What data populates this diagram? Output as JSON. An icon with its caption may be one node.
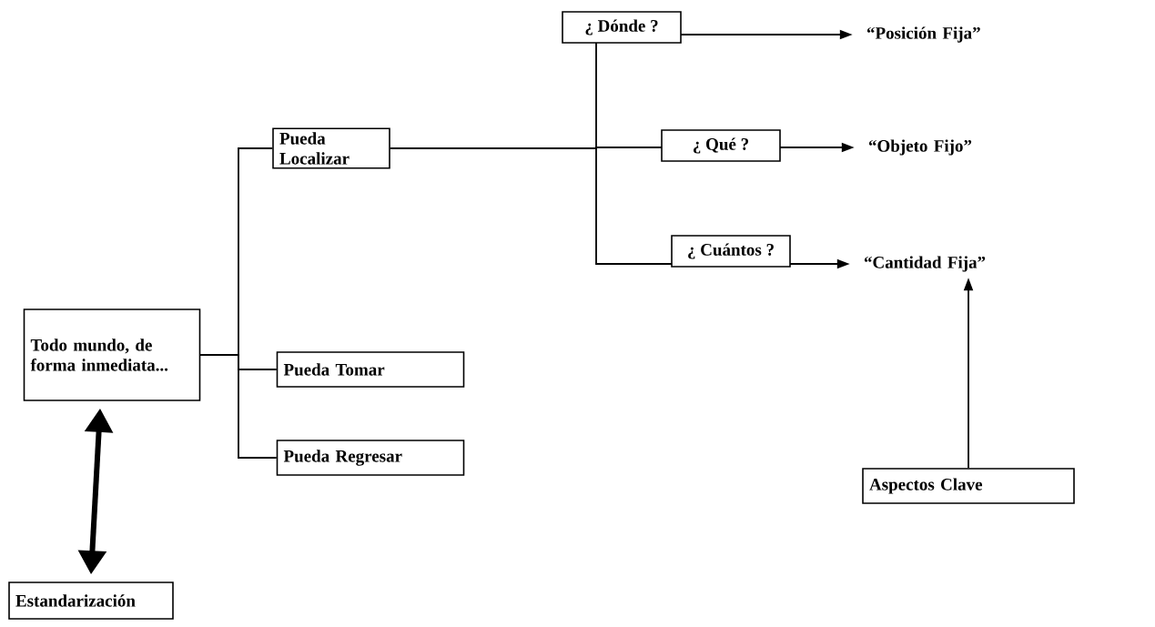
{
  "diagram": {
    "nodes": [
      {
        "text": [
          "Todo mundo, de forma inmediata..."
        ]
      },
      {
        "text": [
          "Pueda Localizar"
        ]
      },
      {
        "text": [
          "Pueda Tomar"
        ]
      },
      {
        "text": [
          "Pueda Regresar"
        ]
      },
      {
        "text": [
          "“Posición Fija”"
        ]
      },
      {
        "text": [
          "“Objeto Fijo”"
        ]
      },
      {
        "text": [
          "“Cantidad Fija”"
        ]
      },
      {
        "text": [
          "Aspectos Clave"
        ]
      },
      {
        "text": [
          "Estandarización"
        ]
      }
    ],
    "edges": [
      {
        "from": 0,
        "to": 1,
        "arrow": "none"
      },
      {
        "from": 0,
        "to": 2,
        "arrow": "none"
      },
      {
        "from": 0,
        "to": 3,
        "arrow": "none"
      },
      {
        "from": 1,
        "to": 4,
        "arrow": "to",
        "label": "¿ Dónde ?"
      },
      {
        "from": 1,
        "to": 5,
        "arrow": "to",
        "label": "¿ Qué ?"
      },
      {
        "from": 1,
        "to": 6,
        "arrow": "to",
        "label": "¿ Cuántos ?"
      },
      {
        "from": 7,
        "to": 6,
        "arrow": "to"
      },
      {
        "from": 0,
        "to": 8,
        "arrow": "both",
        "style": "thick"
      }
    ]
  }
}
